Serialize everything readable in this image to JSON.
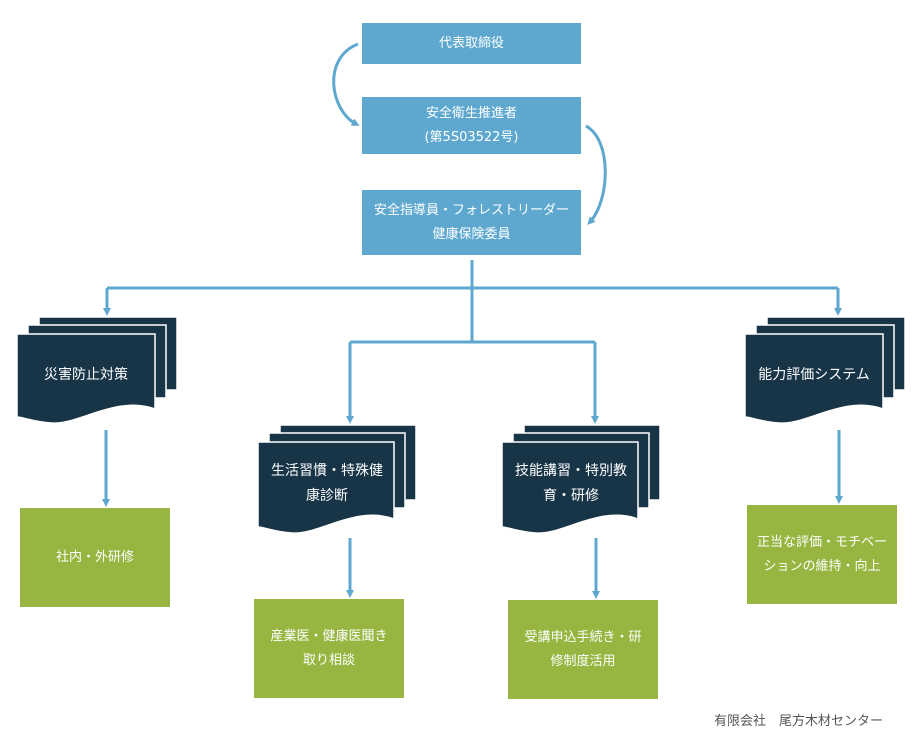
{
  "colors": {
    "hierarchy_box": "#5ea8d0",
    "connector": "#5ea8d0",
    "document_stack": "#183447",
    "measure_box": "#97b641",
    "text_on_box": "#ffffff",
    "footer_text": "#555555"
  },
  "hierarchy": [
    {
      "lines": [
        "代表取締役"
      ]
    },
    {
      "lines": [
        "安全衛生推進者",
        "(第5S03522号)"
      ]
    },
    {
      "lines": [
        "安全指導員・フォレストリーダー",
        "健康保険委員"
      ]
    }
  ],
  "branches": [
    {
      "category": {
        "lines": [
          "災害防止対策"
        ],
        "icon": "multiple-documents-icon"
      },
      "measure": {
        "lines": [
          "社内・外研修"
        ]
      }
    },
    {
      "category": {
        "lines": [
          "生活習慣・特殊健",
          "康診断"
        ],
        "icon": "multiple-documents-icon"
      },
      "measure": {
        "lines": [
          "産業医・健康医聞き",
          "取り相談"
        ]
      }
    },
    {
      "category": {
        "lines": [
          "技能講習・特別教",
          "育・研修"
        ],
        "icon": "multiple-documents-icon"
      },
      "measure": {
        "lines": [
          "受講申込手続き・研",
          "修制度活用"
        ]
      }
    },
    {
      "category": {
        "lines": [
          "能力評価システム"
        ],
        "icon": "multiple-documents-icon"
      },
      "measure": {
        "lines": [
          "正当な評価・モチベー",
          "ションの維持・向上"
        ]
      }
    }
  ],
  "footer": {
    "company": "有限会社　尾方木材センター"
  }
}
